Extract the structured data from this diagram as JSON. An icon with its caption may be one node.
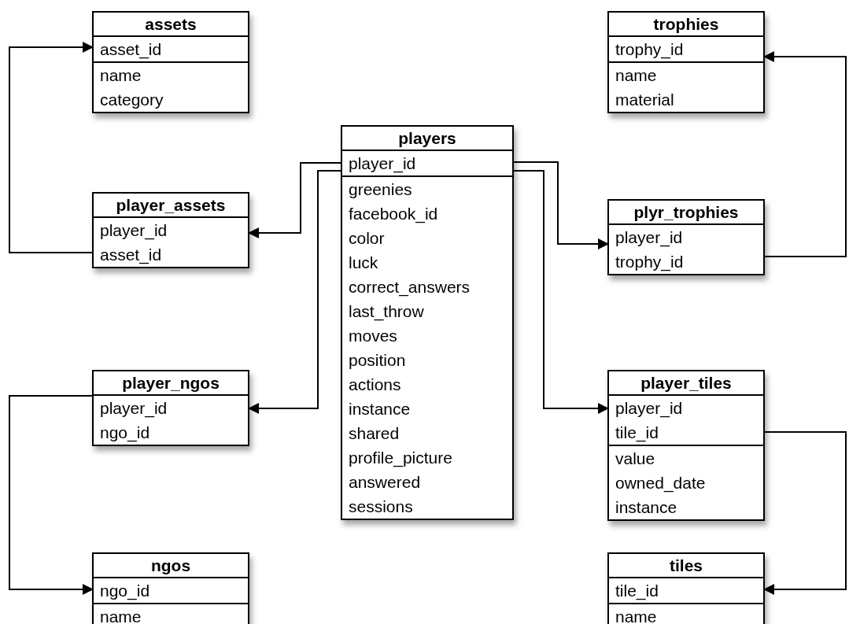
{
  "diagram": {
    "nodes": [
      {
        "text": [
          "assets"
        ]
      },
      {
        "text": [
          "asset_id"
        ],
        "in": 0
      },
      {
        "text": [
          "name",
          "category"
        ],
        "in": 0
      },
      {
        "text": [
          "trophies"
        ]
      },
      {
        "text": [
          "trophy_id"
        ],
        "in": 3
      },
      {
        "text": [
          "name",
          "material"
        ],
        "in": 3
      },
      {
        "text": [
          "players"
        ]
      },
      {
        "text": [
          "player_id"
        ],
        "in": 6
      },
      {
        "text": [
          "greenies",
          "facebook_id",
          "color",
          "luck",
          "correct_answers",
          "last_throw",
          "moves",
          "position",
          "actions",
          "instance",
          "shared",
          "profile_picture",
          "answered",
          "sessions"
        ],
        "in": 6
      },
      {
        "text": [
          "player_assets"
        ]
      },
      {
        "text": [
          "player_id",
          "asset_id"
        ],
        "in": 9
      },
      {
        "text": [
          "plyr_trophies"
        ]
      },
      {
        "text": [
          "player_id",
          "trophy_id"
        ],
        "in": 11
      },
      {
        "text": [
          "player_ngos"
        ]
      },
      {
        "text": [
          "player_id",
          "ngo_id"
        ],
        "in": 13
      },
      {
        "text": [
          "player_tiles"
        ]
      },
      {
        "text": [
          "player_id",
          "tile_id"
        ],
        "in": 15
      },
      {
        "text": [
          "value",
          "owned_date",
          "instance"
        ],
        "in": 15
      },
      {
        "text": [
          "ngos"
        ]
      },
      {
        "text": [
          "ngo_id"
        ],
        "in": 18
      },
      {
        "text": [
          "name"
        ],
        "in": 18
      },
      {
        "text": [
          "tiles"
        ]
      },
      {
        "text": [
          "tile_id"
        ],
        "in": 21
      },
      {
        "text": [
          "name"
        ],
        "in": 21
      }
    ],
    "edges": [
      {
        "from": 7,
        "to": 10,
        "arrow": "to"
      },
      {
        "from": 7,
        "to": 14,
        "arrow": "to"
      },
      {
        "from": 7,
        "to": 12,
        "arrow": "to"
      },
      {
        "from": 7,
        "to": 16,
        "arrow": "to"
      },
      {
        "from": 10,
        "to": 1,
        "arrow": "to"
      },
      {
        "from": 12,
        "to": 4,
        "arrow": "to"
      },
      {
        "from": 14,
        "to": 19,
        "arrow": "to"
      },
      {
        "from": 16,
        "to": 22,
        "arrow": "to"
      }
    ]
  }
}
